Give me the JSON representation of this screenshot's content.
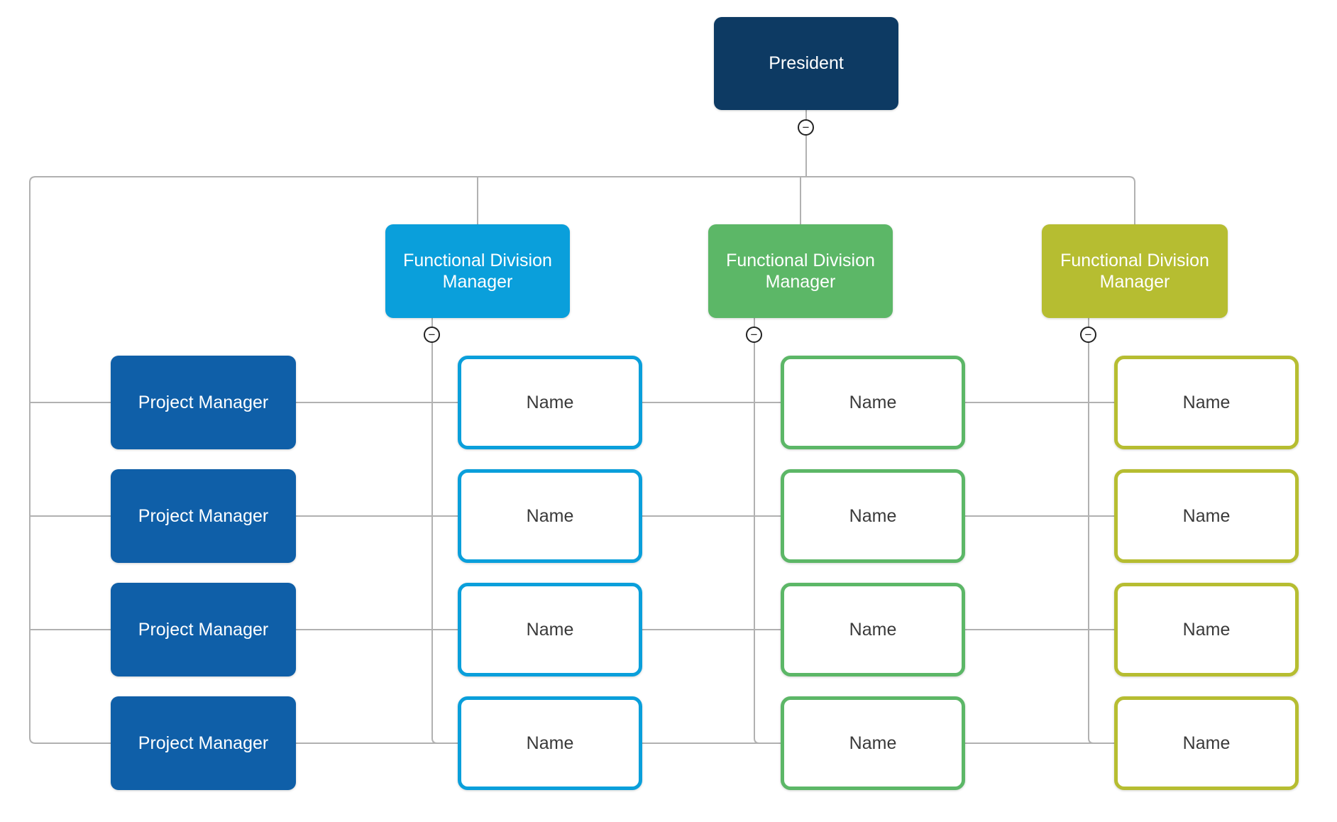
{
  "chart": {
    "type": "matrix-org-chart",
    "president": {
      "label": "President"
    },
    "divisions": [
      {
        "manager_label": "Functional Division Manager",
        "color": "#0a9fdb",
        "members": [
          "Name",
          "Name",
          "Name",
          "Name"
        ]
      },
      {
        "manager_label": "Functional Division Manager",
        "color": "#5cb767",
        "members": [
          "Name",
          "Name",
          "Name",
          "Name"
        ]
      },
      {
        "manager_label": "Functional Division Manager",
        "color": "#b6bd31",
        "members": [
          "Name",
          "Name",
          "Name",
          "Name"
        ]
      }
    ],
    "project_managers": [
      {
        "label": "Project Manager"
      },
      {
        "label": "Project Manager"
      },
      {
        "label": "Project Manager"
      },
      {
        "label": "Project Manager"
      }
    ]
  },
  "colors": {
    "president_fill": "#0d3a63",
    "project_manager_fill": "#0f5fa8",
    "division_blue": "#0a9fdb",
    "division_green": "#5cb767",
    "division_olive": "#b6bd31",
    "connector": "#b1b1b1",
    "label_light": "#ffffff",
    "label_dark": "#3a3a3a",
    "collapse_icon": "#222222"
  },
  "icons": {
    "collapse": {
      "name": "collapse-minus-icon",
      "glyph": "−"
    }
  }
}
